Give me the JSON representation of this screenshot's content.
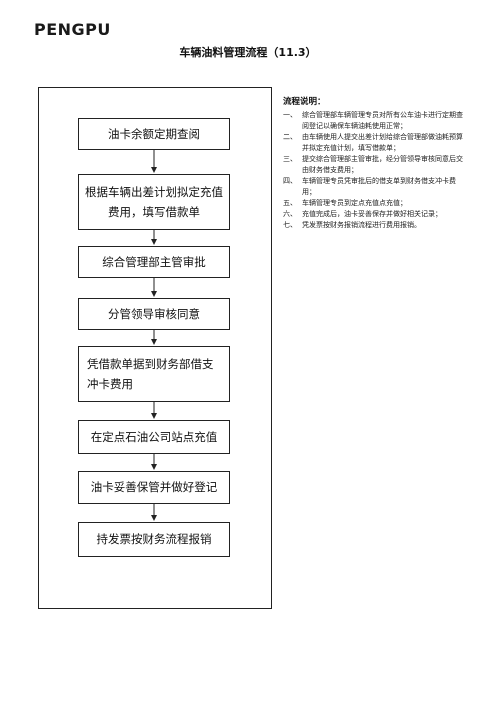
{
  "header": {
    "logo_text": "PENGPU",
    "title": "车辆油料管理流程（11.3）"
  },
  "flow": {
    "steps": [
      "油卡余额定期查阅",
      "根据车辆出差计划拟定充值费用，填写借款单",
      "综合管理部主管审批",
      "分管领导审核同意",
      "凭借款单据到财务部借支冲卡费用",
      "在定点石油公司站点充值",
      "油卡妥善保管并做好登记",
      "持发票按财务流程报销"
    ]
  },
  "notes": {
    "title": "流程说明：",
    "items": [
      {
        "num": "一、",
        "text": "综合管理部车辆管理专员对所有公车油卡进行定期查阅登记以确保车辆油耗使用正常；"
      },
      {
        "num": "二、",
        "text": "由车辆使用人提交出差计划给综合管理部做油耗预算并拟定充值计划，填写借款单；"
      },
      {
        "num": "三、",
        "text": "提交综合管理部主管审批，经分管领导审核同意后交由财务借支费用；"
      },
      {
        "num": "四、",
        "text": "车辆管理专员凭审批后的借支单到财务借支冲卡费用；"
      },
      {
        "num": "五、",
        "text": "车辆管理专员到定点充值点充值；"
      },
      {
        "num": "六、",
        "text": "充值完成后，油卡妥善保存并做好相关记录；"
      },
      {
        "num": "七、",
        "text": "凭发票按财务报销流程进行费用报销。"
      }
    ]
  }
}
